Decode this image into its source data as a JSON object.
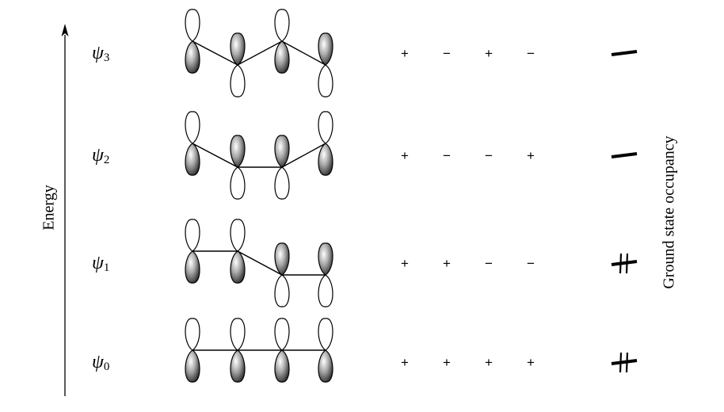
{
  "axes": {
    "energy_label": "Energy",
    "occupancy_label": "Ground state occupancy"
  },
  "levels": [
    {
      "psi": "ψ",
      "index": "3",
      "phases": [
        "+",
        "−",
        "+",
        "−"
      ],
      "orbital_signs": [
        -1,
        1,
        -1,
        1
      ],
      "electrons": 0
    },
    {
      "psi": "ψ",
      "index": "2",
      "phases": [
        "+",
        "−",
        "−",
        "+"
      ],
      "orbital_signs": [
        -1,
        1,
        1,
        -1
      ],
      "electrons": 0
    },
    {
      "psi": "ψ",
      "index": "1",
      "phases": [
        "+",
        "+",
        "−",
        "−"
      ],
      "orbital_signs": [
        -1,
        -1,
        1,
        1
      ],
      "electrons": 2
    },
    {
      "psi": "ψ",
      "index": "0",
      "phases": [
        "+",
        "+",
        "+",
        "+"
      ],
      "orbital_signs": [
        -1,
        -1,
        -1,
        -1
      ],
      "electrons": 2
    }
  ],
  "colors": {
    "line": "#000000",
    "shade_light": "#ffffff",
    "shade_mid": "#a8a8a8",
    "shade_dark": "#1e1e1e"
  }
}
